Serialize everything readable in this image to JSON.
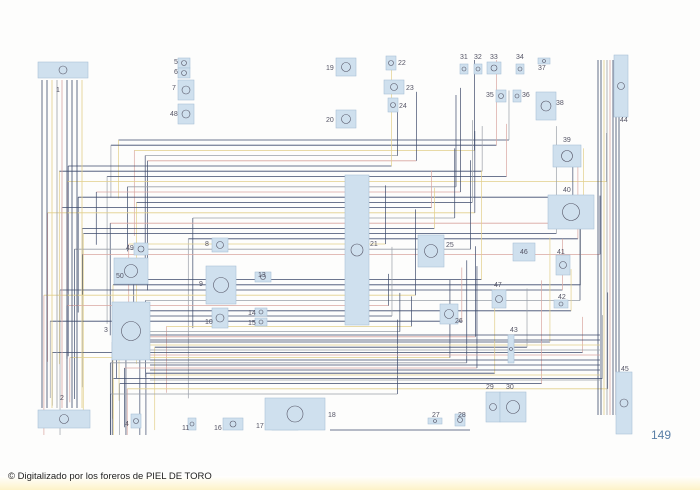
{
  "page_number": "149",
  "credit": "© Digitalizado por los foreros de PIEL DE TORO",
  "colors": {
    "component_fill": "#cfe0ee",
    "wire_dark": "#3d4a6b",
    "wire_yellow": "#e2cf8a",
    "wire_gray": "#9aa0a8",
    "wire_pink": "#d9a6a0"
  },
  "components": [
    "1",
    "2",
    "3",
    "4",
    "5",
    "6",
    "7",
    "8",
    "9",
    "10",
    "11",
    "13",
    "14",
    "15",
    "16",
    "17",
    "18",
    "19",
    "20",
    "21",
    "22",
    "23",
    "24",
    "25",
    "26",
    "27",
    "28",
    "29",
    "30",
    "31",
    "32",
    "33",
    "34",
    "35",
    "36",
    "37",
    "38",
    "39",
    "40",
    "41",
    "42",
    "43",
    "44",
    "45",
    "46",
    "47",
    "48",
    "49",
    "50"
  ]
}
